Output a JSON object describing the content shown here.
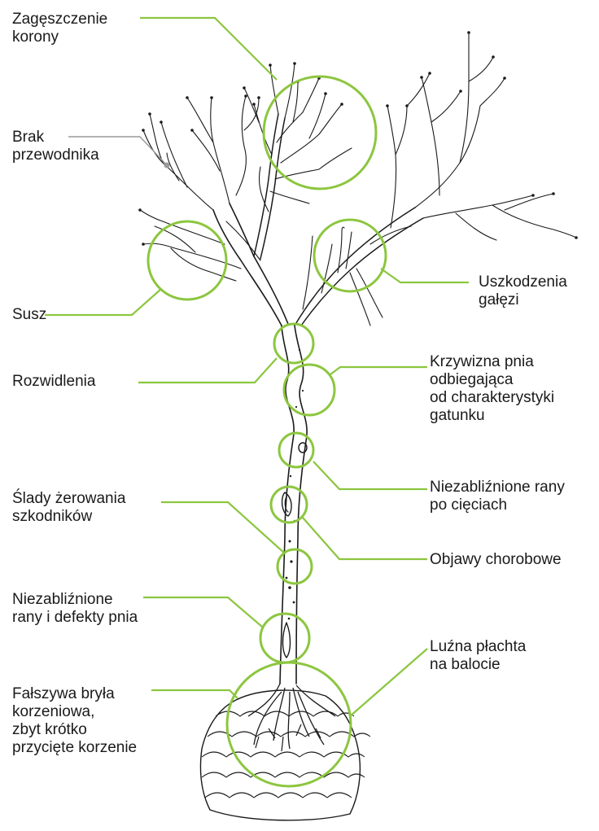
{
  "labels": {
    "crown_density": "Zagęszczenie\nkorony",
    "no_leader": "Brak\nprzewodnika",
    "drought": "Susz",
    "forks": "Rozwidlenia",
    "pest_feeding": "Ślady żerowania\nszkodników",
    "unhealed_wounds_trunk": "Niezabliźnione\nrany i defekty pnia",
    "false_rootball": "Fałszywa bryła\nkorzeniowa,\nzbyt krótko\nprzycięte korzenie",
    "branch_damage": "Uszkodzenia\ngałęzi",
    "trunk_curvature": "Krzywizna pnia\nodbiegająca\nod charakterystyki\ngatunku",
    "unhealed_cut_wounds": "Niezabliźnione rany\npo cięciach",
    "disease_symptoms": "Objawy chorobowe",
    "loose_burlap": "Luźna płachta\nna balocie"
  },
  "colors": {
    "highlight": "#8cc63f",
    "pointer_gray": "#9a9a9a",
    "ink": "#1a1a1a"
  }
}
